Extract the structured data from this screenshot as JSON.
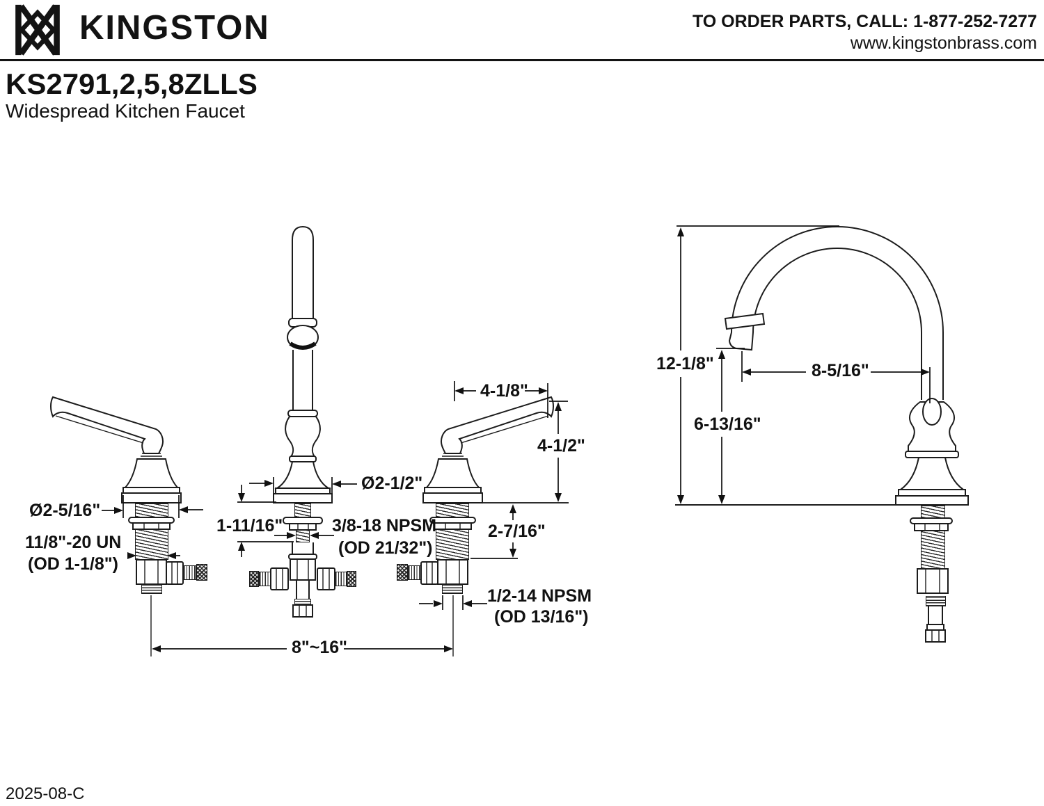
{
  "header": {
    "brand": "KINGSTON",
    "order_info": "TO ORDER PARTS, CALL: 1-877-252-7277",
    "website": "www.kingstonbrass.com",
    "model": "KS2791,2,5,8ZLLS",
    "product_type": "Widespread Kitchen Faucet"
  },
  "front_view": {
    "handle_base_diameter": "Ø2-5/16\"",
    "handle_shank_thread": "11/8\"-20 UN",
    "handle_shank_thread_od": "(OD 1-1/8\")",
    "spout_shank_length": "1-11/16\"",
    "spout_shank_thread": "3/8-18 NPSM",
    "spout_shank_thread_od": "(OD 21/32\")",
    "spout_base_diameter": "Ø2-1/2\"",
    "handle_length": "4-1/8\"",
    "handle_height": "4-1/2\"",
    "handle_shank_length": "2-7/16\"",
    "handle_outlet_thread": "1/2-14 NPSM",
    "handle_outlet_thread_od": "(OD 13/16\")",
    "installation_spread": "8\"~16\""
  },
  "side_view": {
    "overall_height": "12-1/8\"",
    "spout_reach": "8-5/16\"",
    "spout_outlet_height": "6-13/16\""
  },
  "footer": {
    "revision": "2025-08-C"
  },
  "colors": {
    "ink": "#131313",
    "paper": "#ffffff"
  }
}
